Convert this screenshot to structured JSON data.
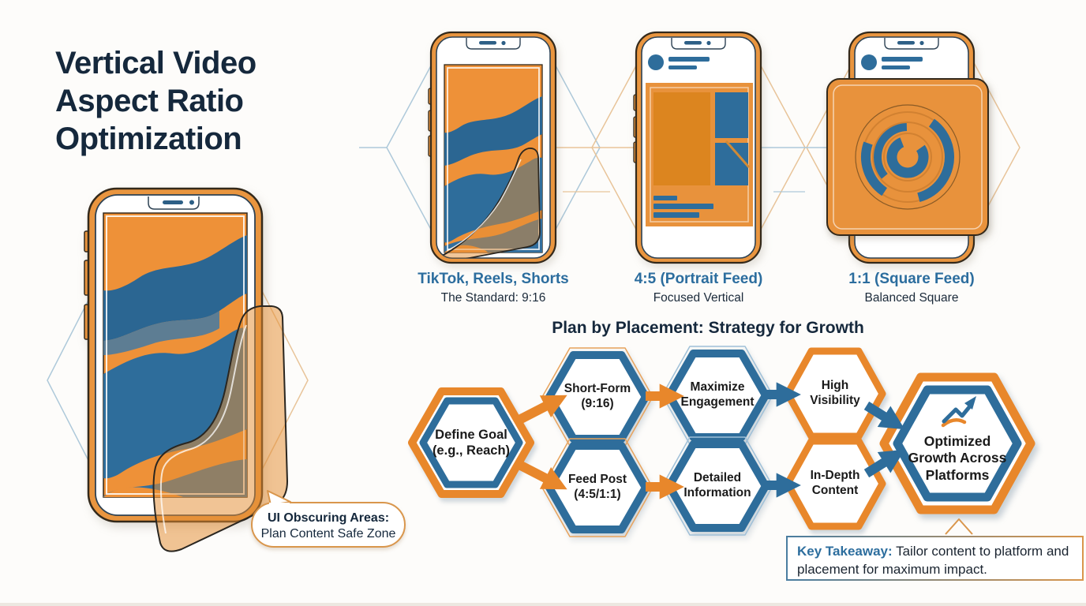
{
  "colors": {
    "orange": "#E8872B",
    "blue": "#2E6D9B",
    "navy": "#15283C",
    "heading_blue": "#2C6D9E"
  },
  "title": "Vertical Video\nAspect Ratio\nOptimization",
  "hero": {
    "callout_heading": "UI Obscuring Areas:",
    "callout_body": "Plan Content Safe Zone"
  },
  "formats": [
    {
      "label": "TikTok, Reels, Shorts",
      "sublabel": "The Standard: 9:16"
    },
    {
      "label": "4:5 (Portrait Feed)",
      "sublabel": "Focused Vertical"
    },
    {
      "label": "1:1 (Square Feed)",
      "sublabel": "Balanced Square"
    }
  ],
  "flowchart": {
    "title": "Plan by Placement: Strategy for Growth",
    "nodes": [
      {
        "label": "Define Goal\n(e.g., Reach)"
      },
      {
        "label": "Short-Form\n(9:16)"
      },
      {
        "label": "Feed Post\n(4:5/1:1)"
      },
      {
        "label": "Maximize\nEngagement"
      },
      {
        "label": "Detailed\nInformation"
      },
      {
        "label": "High\nVisibility"
      },
      {
        "label": "In-Depth\nContent"
      },
      {
        "label": "Optimized\nGrowth Across\nPlatforms"
      }
    ]
  },
  "key_takeaway": {
    "heading": "Key Takeaway:",
    "body": " Tailor content to platform and placement for maximum impact."
  }
}
